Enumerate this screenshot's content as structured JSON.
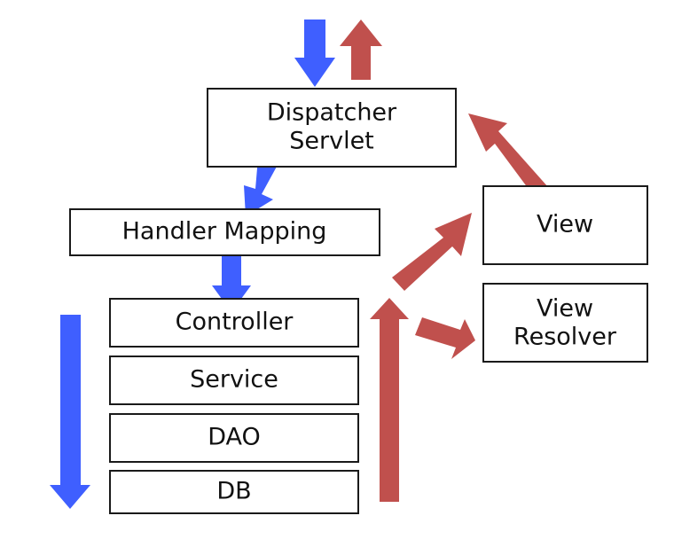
{
  "diagram": {
    "boxes": {
      "dispatcher_line1": "Dispatcher",
      "dispatcher_line2": "Servlet",
      "handler_mapping": "Handler Mapping",
      "controller": "Controller",
      "service": "Service",
      "dao": "DAO",
      "db": "DB",
      "view": "View",
      "view_resolver_line1": "View",
      "view_resolver_line2": "Resolver"
    }
  },
  "colors": {
    "request_flow": "#3f5fff",
    "response_flow": "#c0504d",
    "box_border": "#1a1a1a"
  }
}
